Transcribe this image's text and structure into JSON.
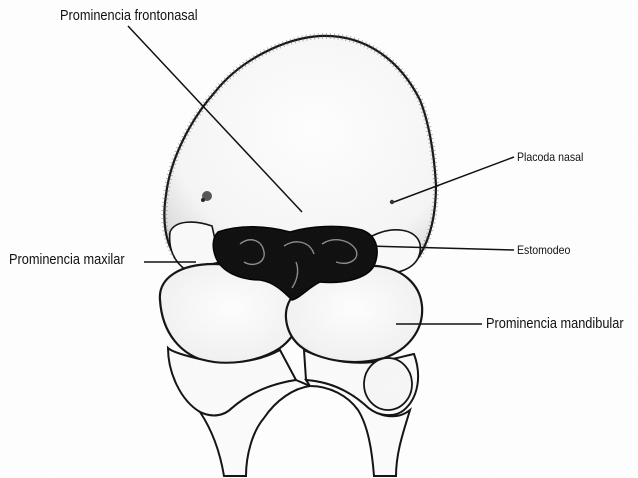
{
  "labels": {
    "frontonasal": "Prominencia frontonasal",
    "nasal": "Placoda nasal",
    "estomodeo": "Estomodeo",
    "maxilar": "Prominencia maxilar",
    "mandibular": "Prominencia mandibular"
  },
  "colors": {
    "ink": "#111111",
    "paper": "#ffffff",
    "stomodeum": "#0d0d0d"
  }
}
